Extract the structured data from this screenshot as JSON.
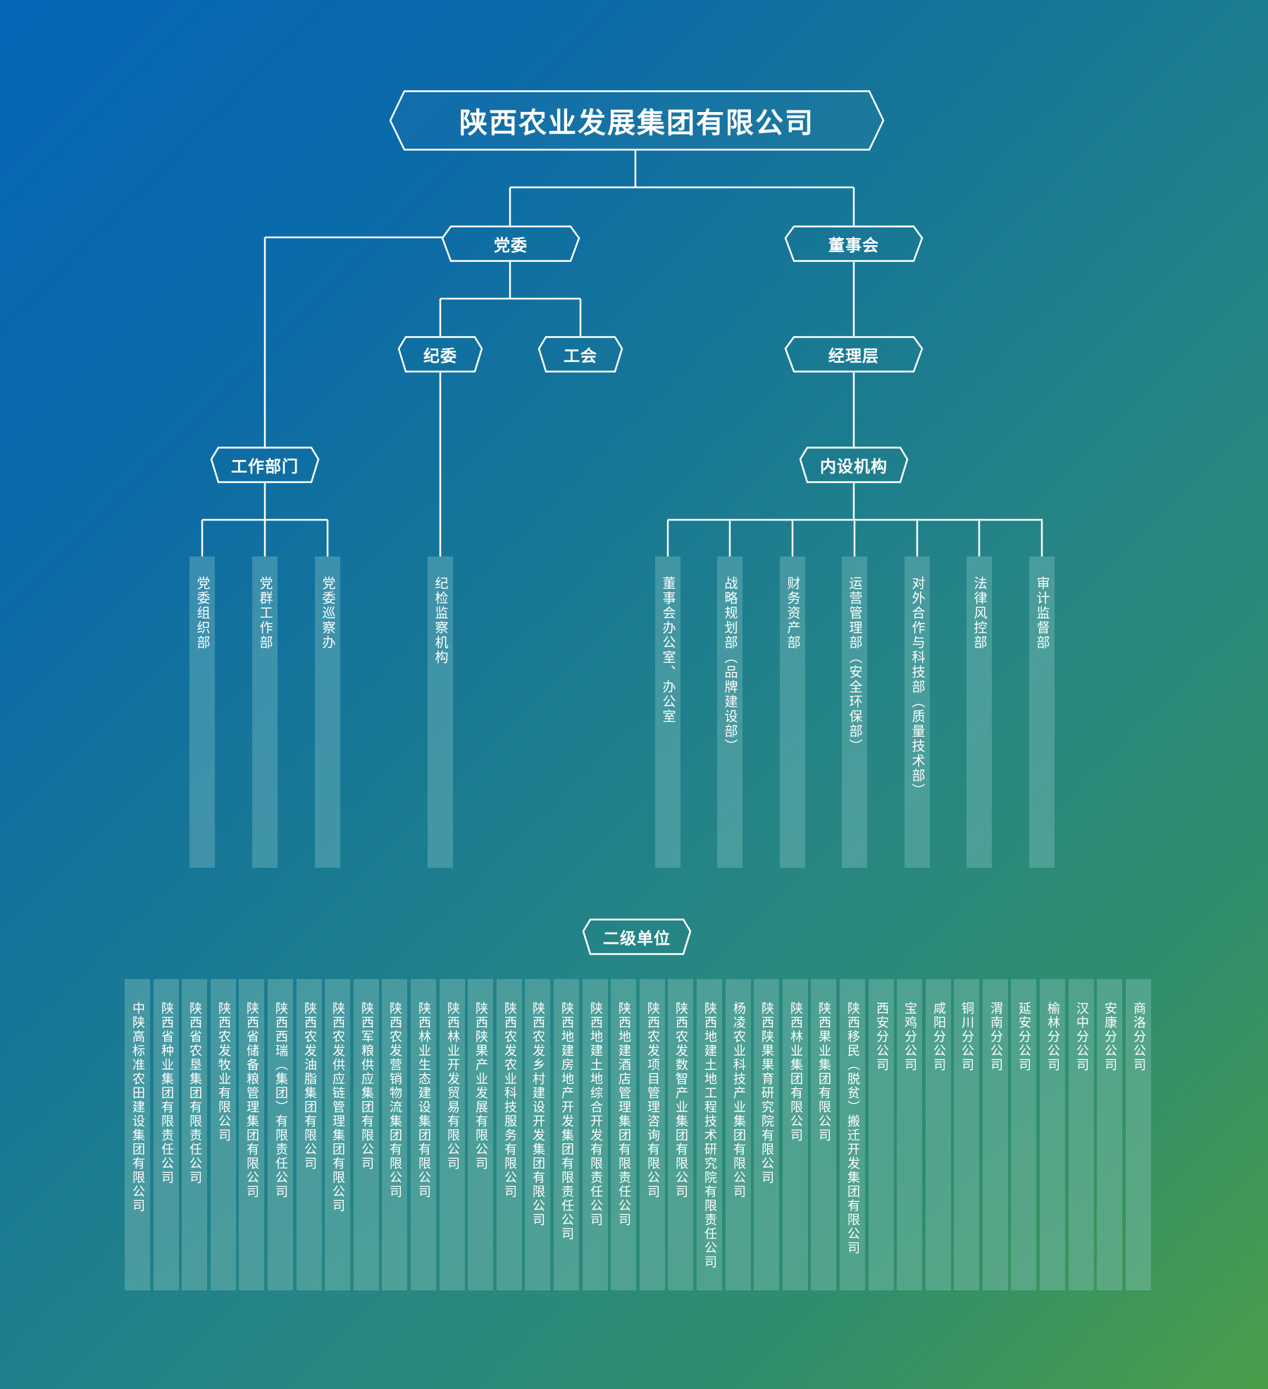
{
  "root": {
    "label": "陕西农业发展集团有限公司"
  },
  "level1": {
    "party_committee": "党委",
    "board": "董事会"
  },
  "level2": {
    "discipline_committee": "纪委",
    "labor_union": "工会",
    "management": "经理层"
  },
  "groups": {
    "work_departments": "工作部门",
    "internal_institutions": "内设机构",
    "secondary_units": "二级单位"
  },
  "work_departments": [
    "党委组织部",
    "党群工作部",
    "党委巡察办"
  ],
  "discipline_body": "纪检监察机构",
  "internal_institutions": [
    "董事会办公室、办公室",
    "战略规划部（品牌建设部）",
    "财务资产部",
    "运营管理部（安全环保部）",
    "对外合作与科技部（质量技术部）",
    "法律风控部",
    "审计监督部"
  ],
  "secondary_units": [
    "中陕高标准农田建设集团有限公司",
    "陕西省种业集团有限责任公司",
    "陕西省农垦集团有限责任公司",
    "陕西农发牧业有限公司",
    "陕西省储备粮管理集团有限公司",
    "陕西西瑞（集团）有限责任公司",
    "陕西农发油脂集团有限公司",
    "陕西农发供应链管理集团有限公司",
    "陕西军粮供应集团有限公司",
    "陕西农发营销物流集团有限公司",
    "陕西林业生态建设集团有限公司",
    "陕西林业开发贸易有限公司",
    "陕西陕果产业发展有限公司",
    "陕西农发农业科技服务有限公司",
    "陕西农发乡村建设开发集团有限公司",
    "陕西地建房地产开发集团有限责任公司",
    "陕西地建土地综合开发有限责任公司",
    "陕西地建酒店管理集团有限责任公司",
    "陕西农发项目管理咨询有限公司",
    "陕西农发数智产业集团有限公司",
    "陕西地建土地工程技术研究院有限责任公司",
    "杨凌农业科技产业集团有限公司",
    "陕西陕果果育研究院有限公司",
    "陕西林业集团有限公司",
    "陕西果业集团有限公司",
    "陕西移民（脱贫）搬迁开发集团有限公司",
    "西安分公司",
    "宝鸡分公司",
    "咸阳分公司",
    "铜川分公司",
    "渭南分公司",
    "延安分公司",
    "榆林分公司",
    "汉中分公司",
    "安康分公司",
    "商洛分公司"
  ],
  "colors": {
    "gradient_start": "#0566b8",
    "gradient_end": "#4a9e4a",
    "line": "#ffffff",
    "bar_fill": "rgba(140,200,200,0.35)"
  }
}
